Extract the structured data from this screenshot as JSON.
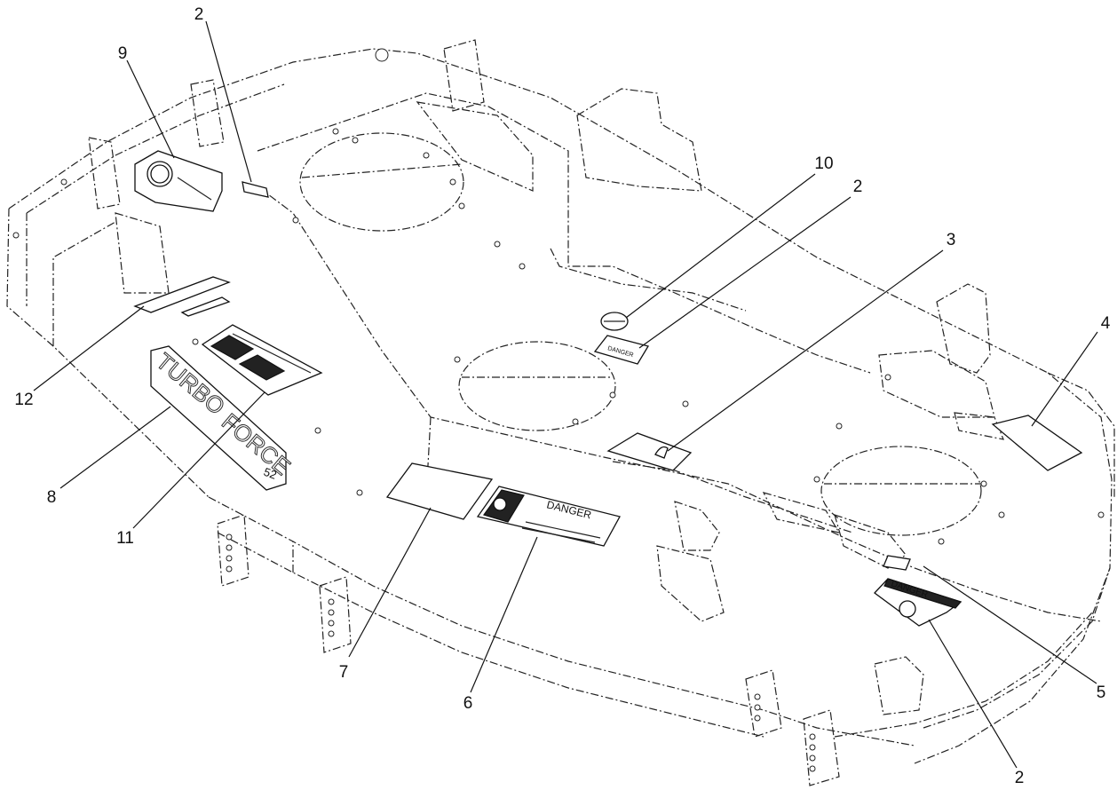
{
  "callouts": [
    {
      "id": "1",
      "label": "2"
    },
    {
      "id": "2",
      "label": "9"
    },
    {
      "id": "3",
      "label": "10"
    },
    {
      "id": "4",
      "label": "2"
    },
    {
      "id": "5",
      "label": "3"
    },
    {
      "id": "6",
      "label": "4"
    },
    {
      "id": "7",
      "label": "12"
    },
    {
      "id": "8",
      "label": "8"
    },
    {
      "id": "9",
      "label": "11"
    },
    {
      "id": "10",
      "label": "7"
    },
    {
      "id": "11",
      "label": "6"
    },
    {
      "id": "12",
      "label": "5"
    },
    {
      "id": "13",
      "label": "2"
    }
  ],
  "decals": {
    "danger_small": "DANGER",
    "danger_main": "DANGER",
    "danger_bottom": "DANGER",
    "turbo_word": "TURBO",
    "force_word": "FORCE",
    "size_number": "52"
  },
  "colors": {
    "line": "#222222",
    "background": "#ffffff"
  }
}
